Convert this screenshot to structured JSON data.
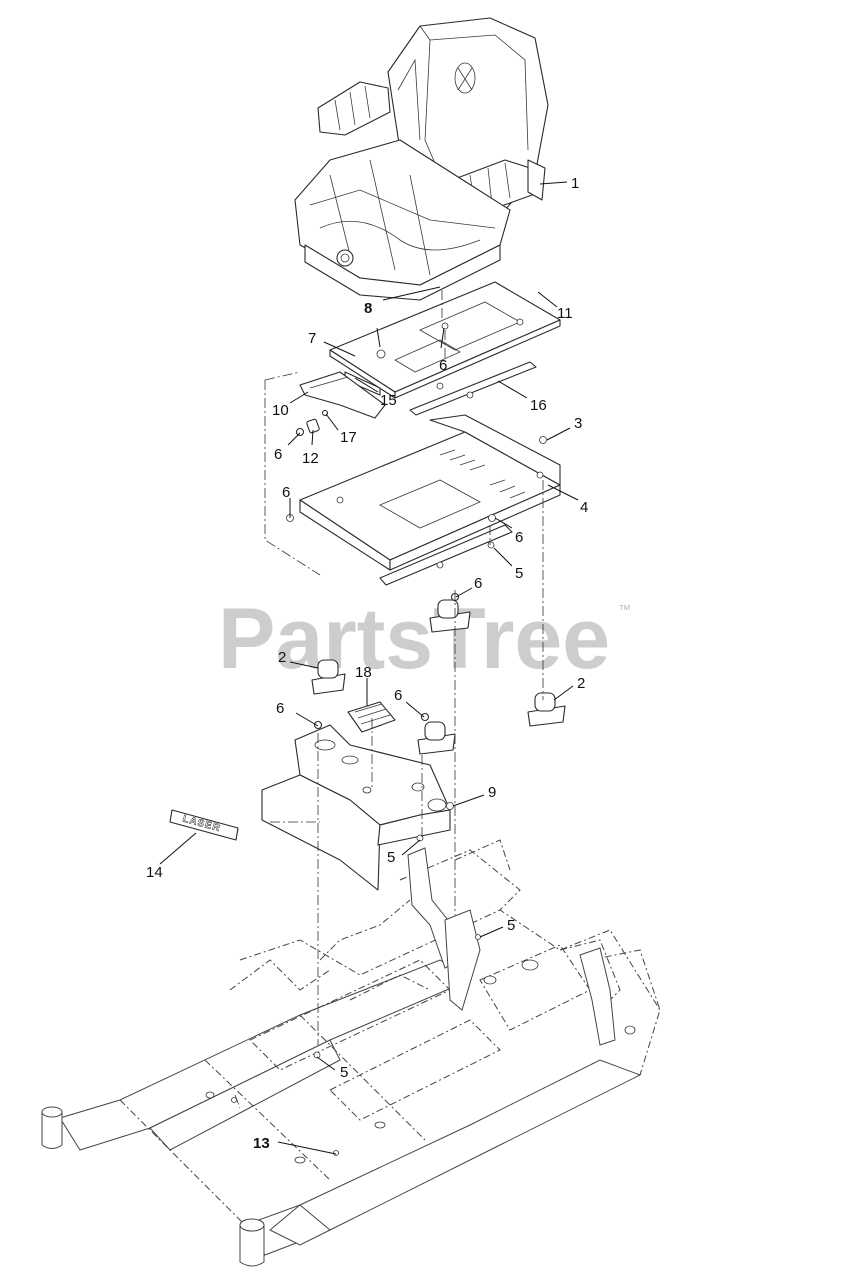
{
  "watermark": {
    "text": "PartsTree",
    "tm": "™"
  },
  "decal": {
    "text": "LASER"
  },
  "callouts": [
    {
      "id": "c1",
      "label": "1"
    },
    {
      "id": "c8",
      "label": "8"
    },
    {
      "id": "c11",
      "label": "11"
    },
    {
      "id": "c7",
      "label": "7"
    },
    {
      "id": "c6a",
      "label": "6"
    },
    {
      "id": "c15",
      "label": "15"
    },
    {
      "id": "c16",
      "label": "16"
    },
    {
      "id": "c10",
      "label": "10"
    },
    {
      "id": "c17",
      "label": "17"
    },
    {
      "id": "c6b",
      "label": "6"
    },
    {
      "id": "c12",
      "label": "12"
    },
    {
      "id": "c3",
      "label": "3"
    },
    {
      "id": "c4",
      "label": "4"
    },
    {
      "id": "c6c",
      "label": "6"
    },
    {
      "id": "c6d",
      "label": "6"
    },
    {
      "id": "c5a",
      "label": "5"
    },
    {
      "id": "c6e",
      "label": "6"
    },
    {
      "id": "c2a",
      "label": "2"
    },
    {
      "id": "c2b",
      "label": "2"
    },
    {
      "id": "c18",
      "label": "18"
    },
    {
      "id": "c6f",
      "label": "6"
    },
    {
      "id": "c6g",
      "label": "6"
    },
    {
      "id": "c9",
      "label": "9"
    },
    {
      "id": "c14",
      "label": "14"
    },
    {
      "id": "c5b",
      "label": "5"
    },
    {
      "id": "c5c",
      "label": "5"
    },
    {
      "id": "c5d",
      "label": "5"
    },
    {
      "id": "c13",
      "label": "13"
    }
  ]
}
